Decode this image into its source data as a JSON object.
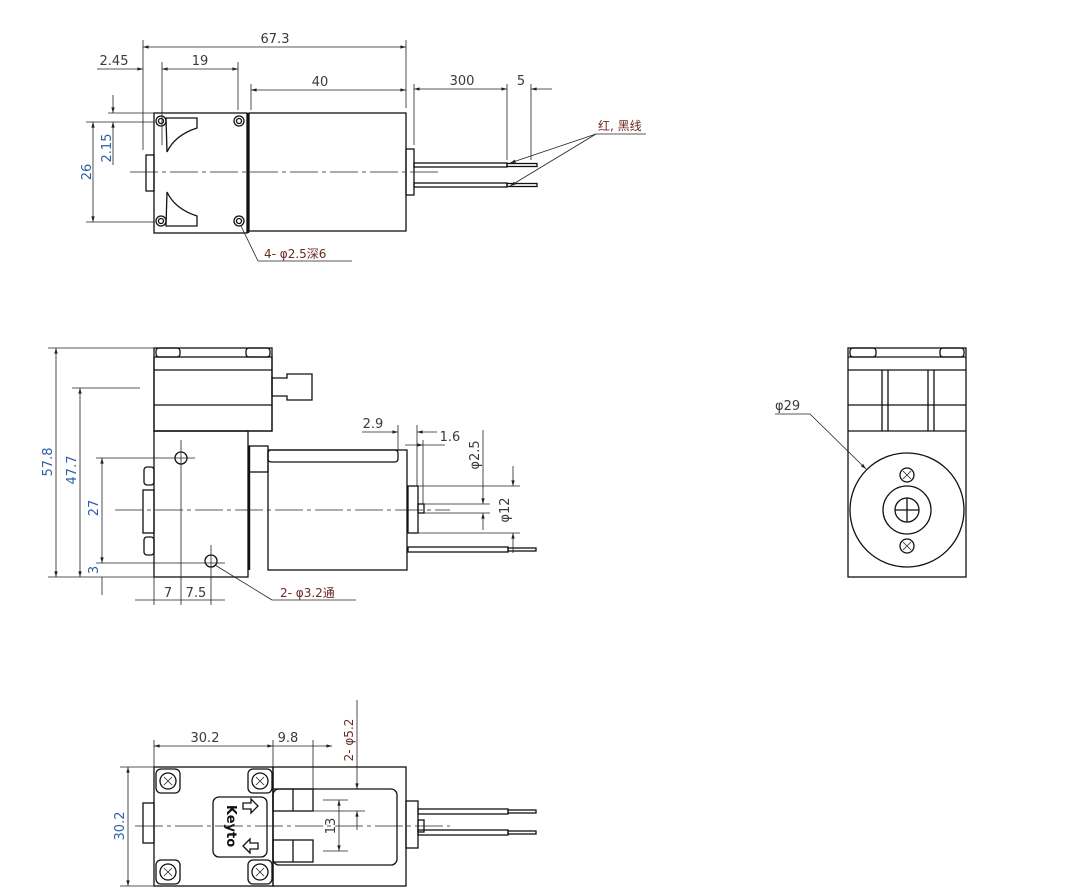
{
  "top_view": {
    "dims": {
      "overall_length": "67.3",
      "offset": "2.45",
      "hole_spacing": "19",
      "motor_length": "40",
      "wire_length": "300",
      "strip_length": "5",
      "hole_vertical_spacing": "26",
      "hole_offset": "2.15"
    },
    "wire_note": "红, 黑线",
    "hole_note": "4- φ2.5深6"
  },
  "side_view": {
    "dims": {
      "total_height": "57.8",
      "port_height": "47.7",
      "mount_spacing": "27",
      "bottom_offset": "3",
      "hole_x1": "7",
      "hole_x2": "7.5",
      "flange_offset": "2.9",
      "shaft_length": "1.6",
      "shaft_dia": "φ2.5",
      "boss_dia": "φ12"
    },
    "hole_note": "2- φ3.2通"
  },
  "end_view": {
    "motor_dia": "φ29"
  },
  "bottom_view": {
    "dims": {
      "head_length": "30.2",
      "port_length": "9.8",
      "port_dia": "2- φ5.2",
      "port_spacing": "13",
      "head_width": "30.2"
    },
    "logo": "Keyto"
  }
}
